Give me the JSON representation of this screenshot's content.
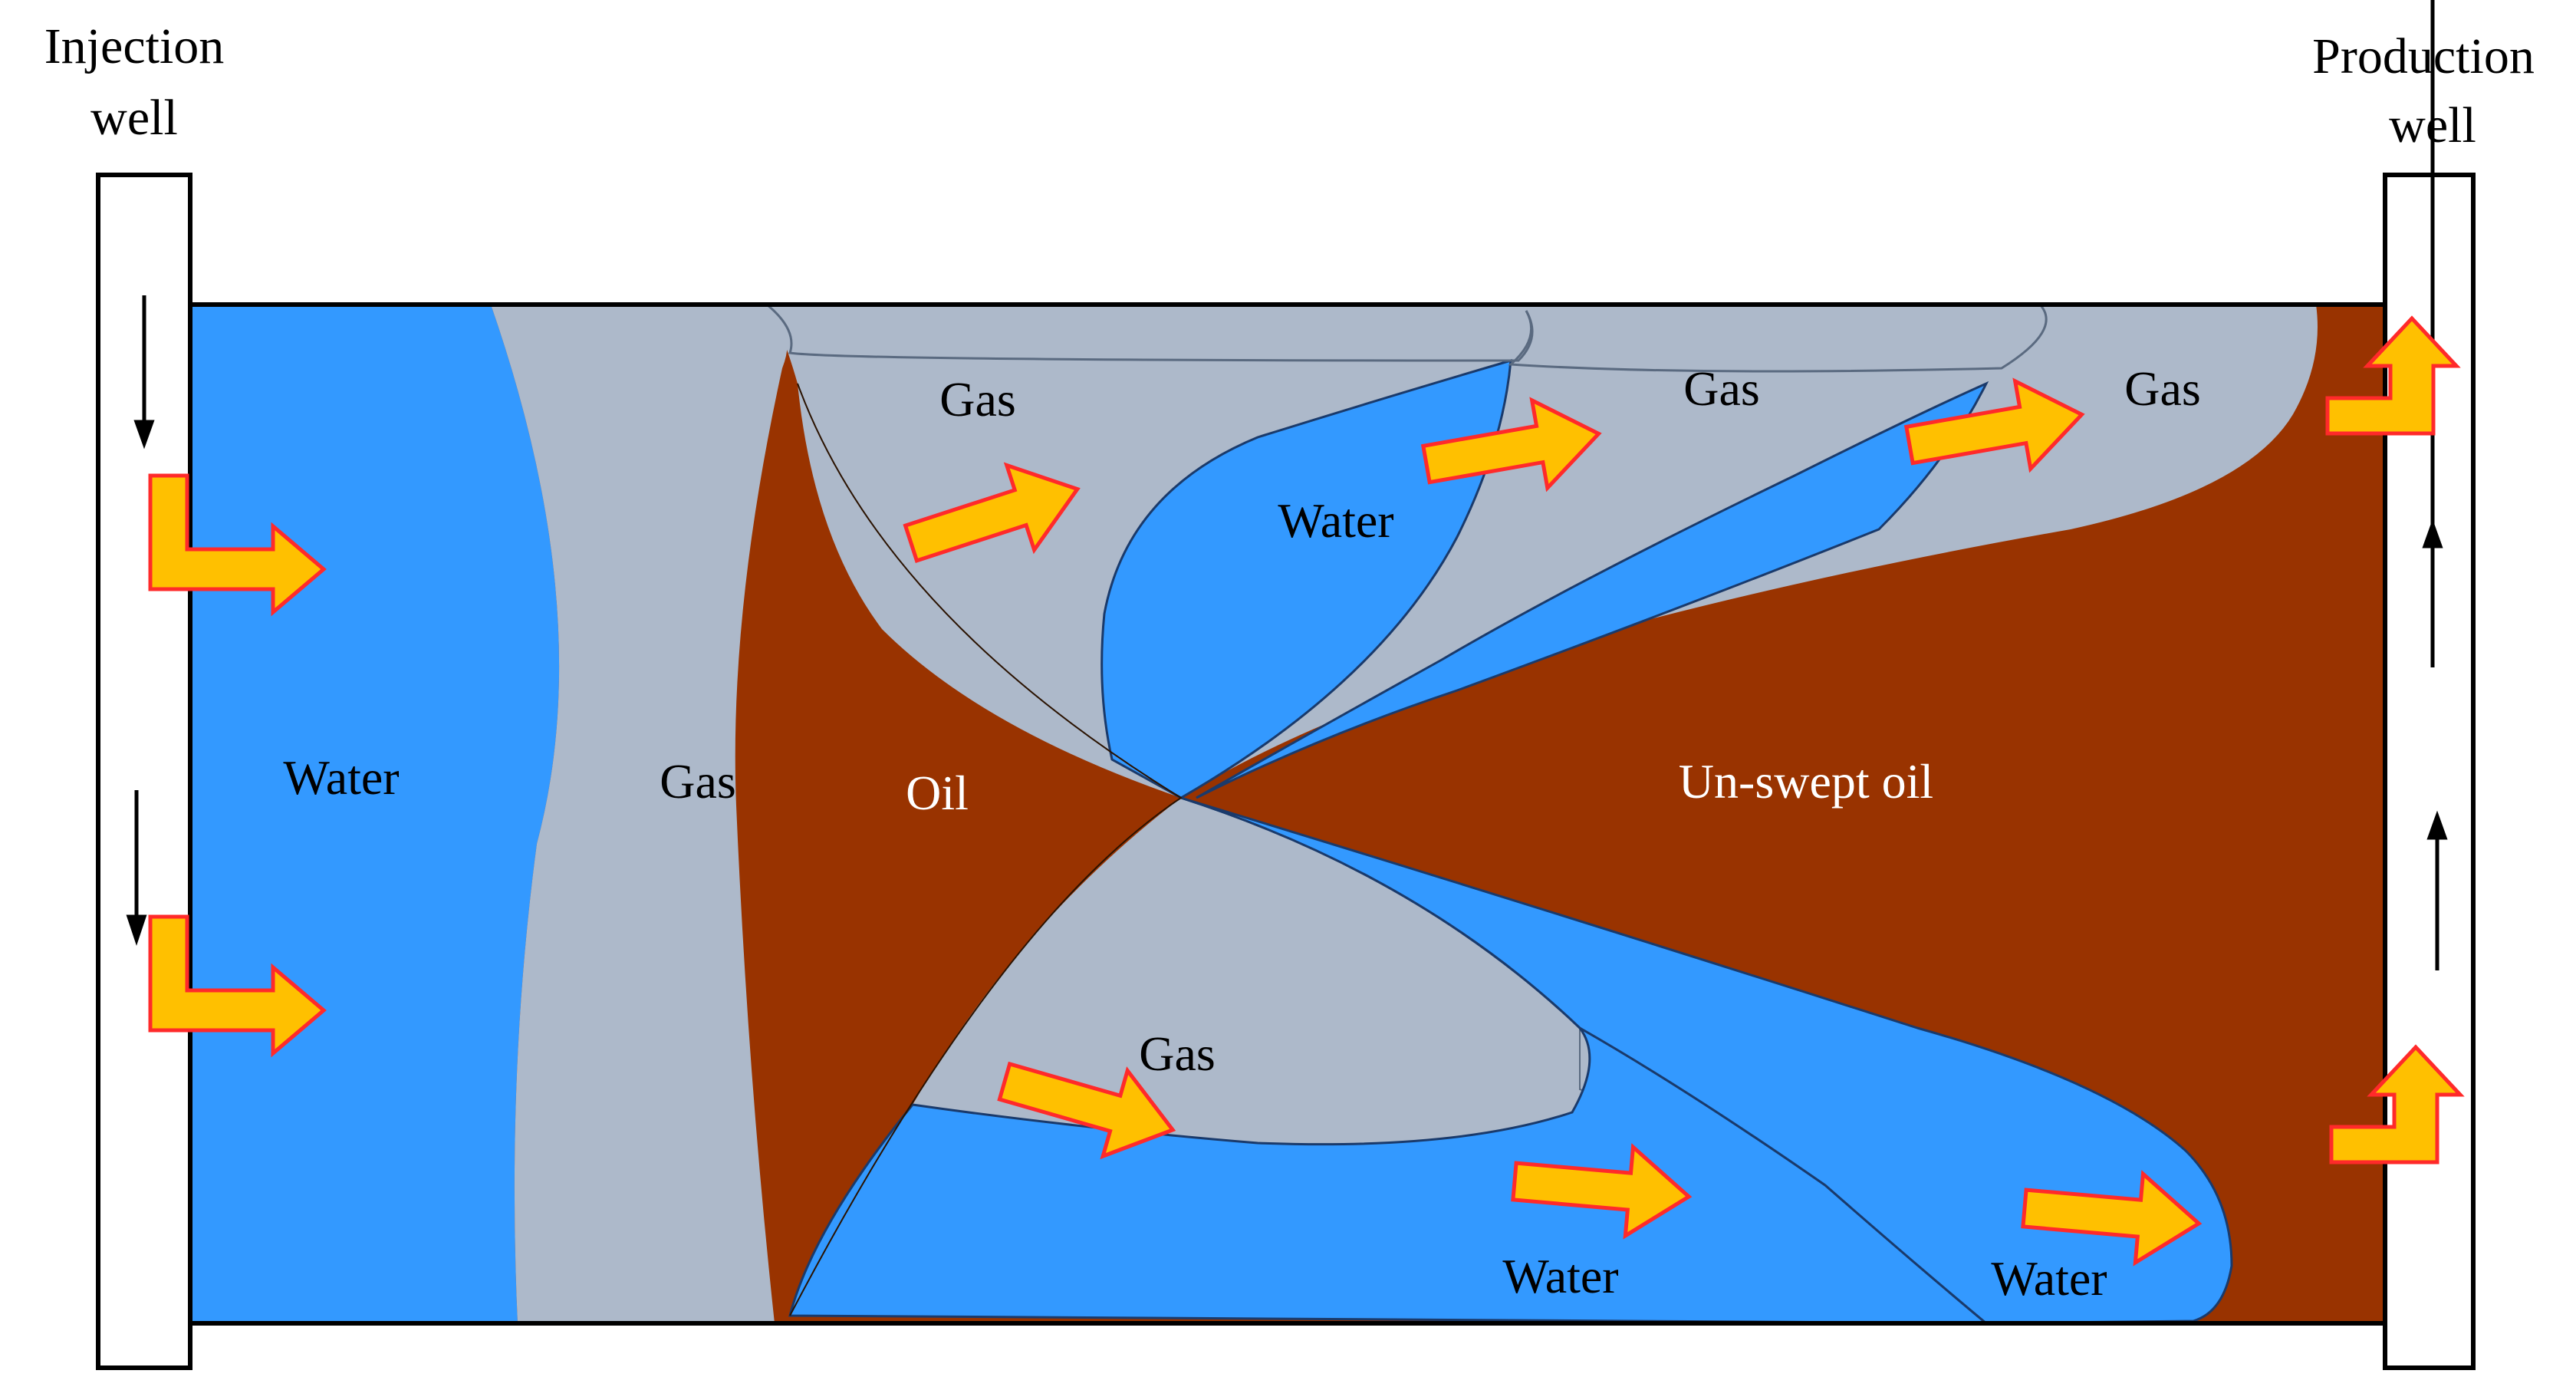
{
  "wells": {
    "injection": {
      "line1": "Injection",
      "line2": "well"
    },
    "production": {
      "line1": "Production",
      "line2": "well"
    }
  },
  "regions": {
    "water_left": "Water",
    "gas_band": "Gas",
    "oil": "Oil",
    "gas_top_1": "Gas",
    "gas_top_2": "Gas",
    "gas_top_3": "Gas",
    "water_finger_top": "Water",
    "unswept_oil": "Un-swept oil",
    "gas_bottom": "Gas",
    "water_bottom_1": "Water",
    "water_bottom_2": "Water"
  },
  "colors": {
    "water": "#3399ff",
    "gas": "#adb9ca",
    "oil": "#993300",
    "arrow_fill": "#ffc000",
    "arrow_stroke": "#ff2a2a",
    "outline": "#000000"
  }
}
